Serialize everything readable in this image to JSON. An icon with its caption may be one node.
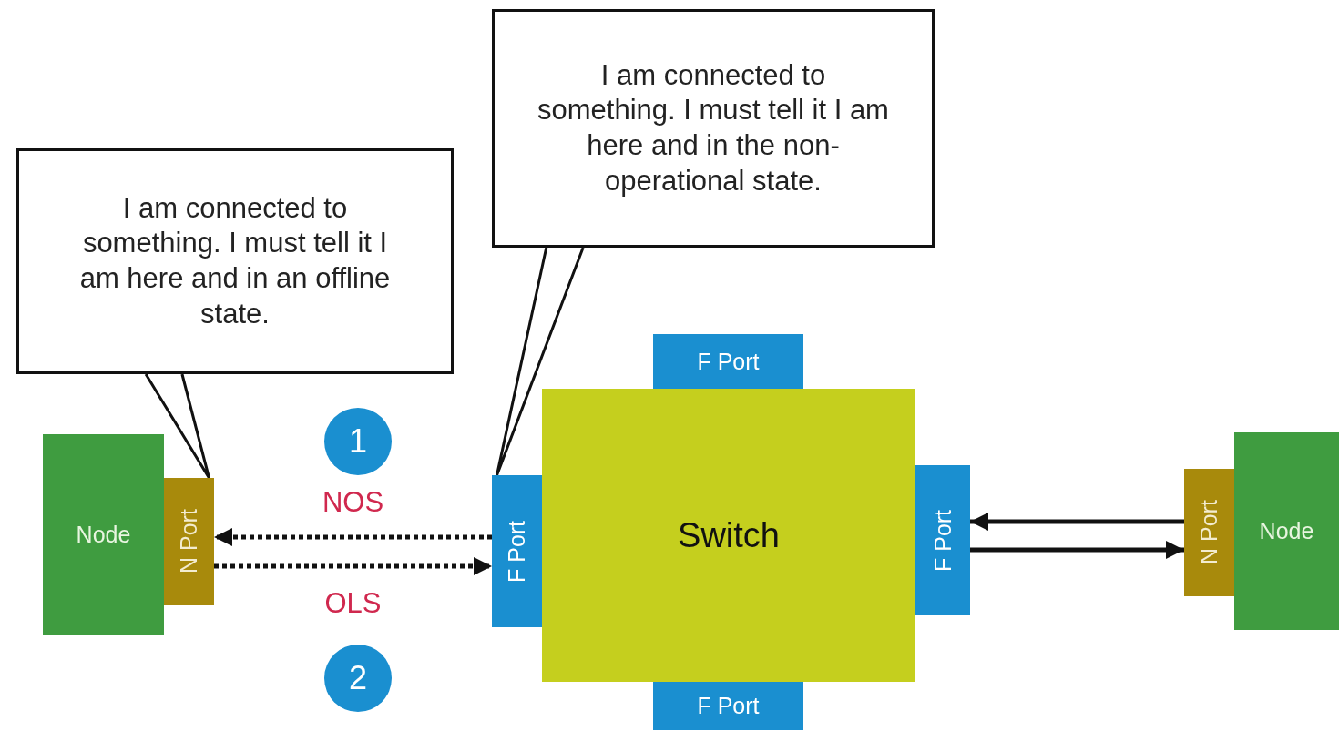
{
  "diagram": {
    "nodes": [
      {
        "text": [
          "I am connected to something. I must tell it I am here and in an offline state."
        ]
      },
      {
        "text": [
          "I am connected to something. I must tell it I am here and in the non-operational state."
        ]
      },
      {
        "text": [
          "Node"
        ]
      },
      {
        "text": [
          "N Port"
        ]
      },
      {
        "text": [
          "1"
        ]
      },
      {
        "text": [
          "2"
        ]
      },
      {
        "text": [
          "Switch"
        ]
      },
      {
        "text": [
          "F Port"
        ]
      },
      {
        "text": [
          "F Port"
        ]
      },
      {
        "text": [
          "F Port"
        ]
      },
      {
        "text": [
          "F Port"
        ]
      },
      {
        "text": [
          "N Port"
        ]
      },
      {
        "text": [
          "Node"
        ]
      }
    ],
    "edges": [
      {
        "from": 0,
        "to": 3,
        "arrow": "none"
      },
      {
        "from": 1,
        "to": 8,
        "arrow": "none"
      },
      {
        "from": 8,
        "to": 3,
        "arrow": "to",
        "style": "dashed",
        "label": "NOS"
      },
      {
        "from": 3,
        "to": 8,
        "arrow": "to",
        "style": "dashed",
        "label": "OLS"
      },
      {
        "from": 11,
        "to": 9,
        "arrow": "to"
      },
      {
        "from": 9,
        "to": 11,
        "arrow": "to"
      }
    ]
  }
}
